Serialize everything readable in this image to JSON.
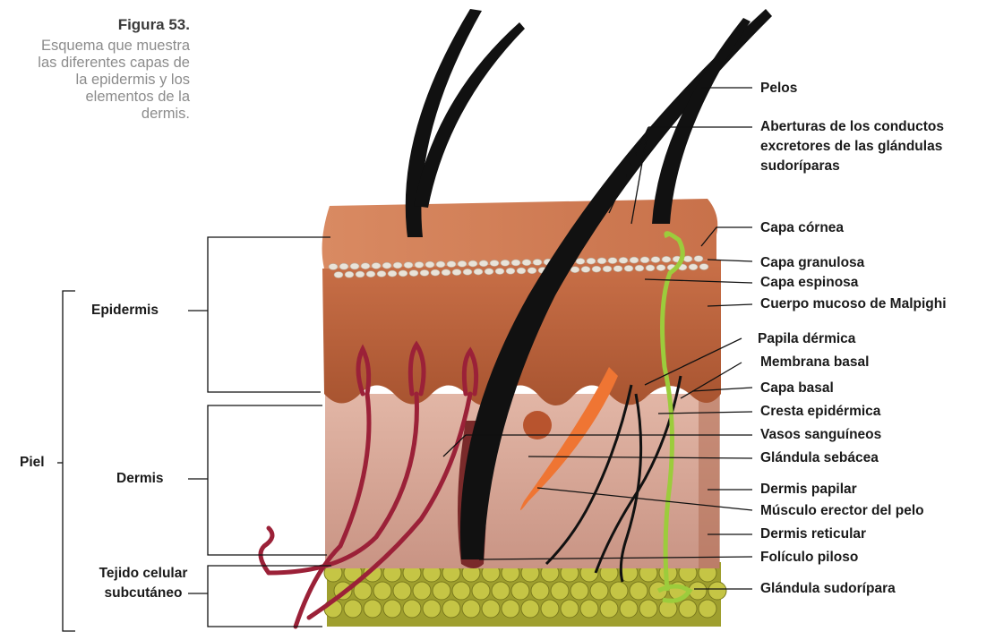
{
  "figure": {
    "title": "Figura 53.",
    "caption": "Esquema que muestra las diferentes capas de la epidermis y los elementos de la dermis."
  },
  "left_labels": {
    "piel": "Piel",
    "epidermis": "Epidermis",
    "dermis": "Dermis",
    "tejido": "Tejido celular subcutáneo"
  },
  "right_labels": [
    "Pelos",
    "Aberturas de los conductos excretores de las glándulas sudoríparas",
    "Capa córnea",
    "Capa granulosa",
    "Capa espinosa",
    "Cuerpo mucoso de Malpighi",
    "Papila dérmica",
    "Membrana basal",
    "Capa basal",
    "Cresta epidérmica",
    "Vasos sanguíneos",
    "Glándula sebácea",
    "Dermis papilar",
    "Músculo erector del pelo",
    "Dermis reticular",
    "Folículo piloso",
    "Glándula sudorípara"
  ],
  "colors": {
    "epidermis": "#c8734a",
    "dermis": "#d9a898",
    "fat": "#b8b83a",
    "hair": "#141414",
    "vessel": "#a0283c",
    "sweat_gland": "#9ccc3c",
    "muscle": "#f07a3a"
  }
}
